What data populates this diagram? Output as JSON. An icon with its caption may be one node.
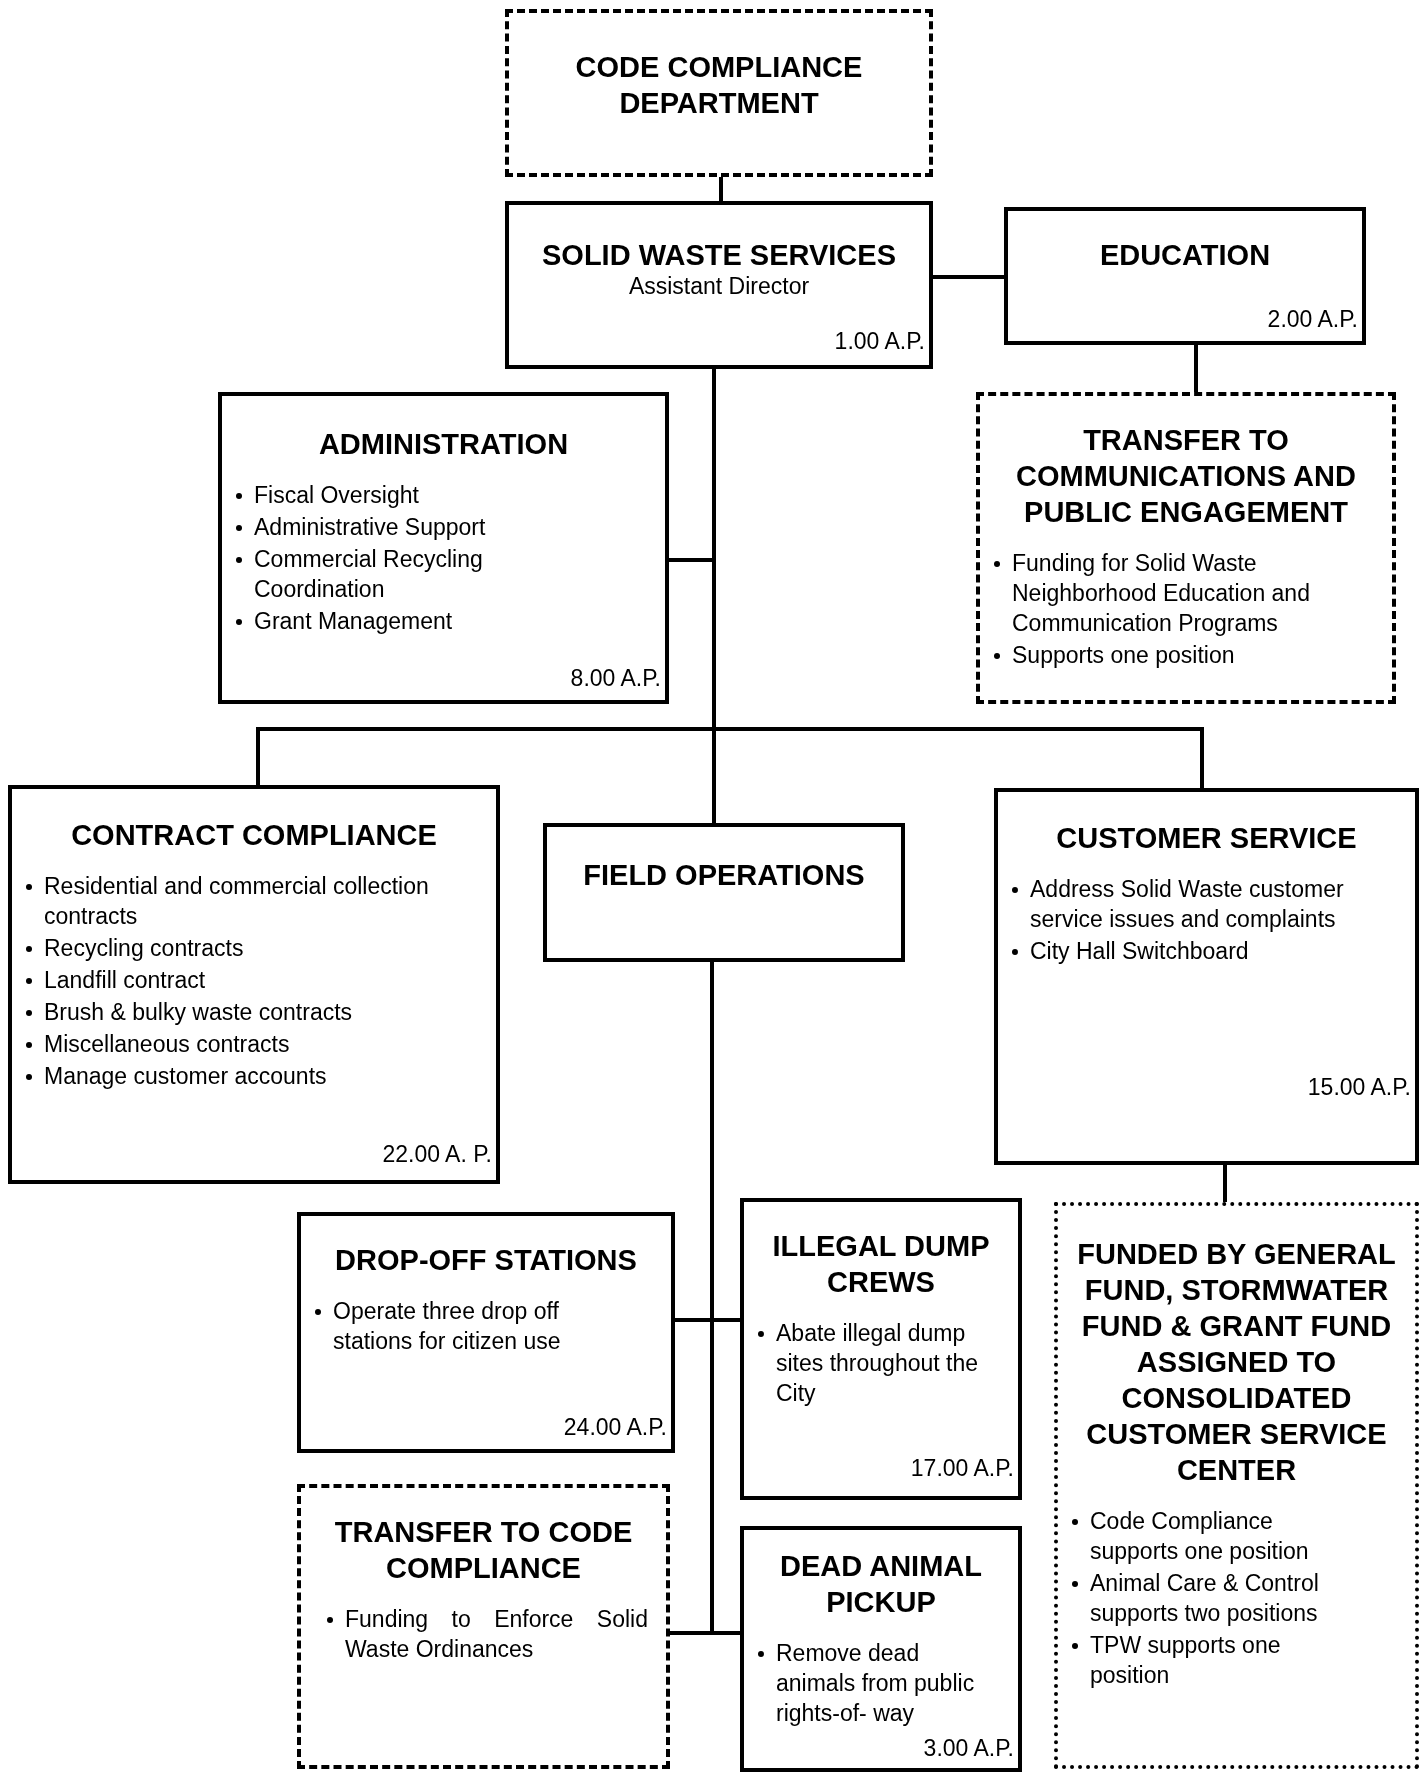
{
  "diagram": {
    "nodes": [
      {
        "text": [
          "CODE COMPLIANCE DEPARTMENT"
        ]
      },
      {
        "text": [
          "SOLID WASTE SERVICES",
          "Assistant Director",
          "1.00 A.P."
        ]
      },
      {
        "text": [
          "EDUCATION",
          "2.00 A.P."
        ]
      },
      {
        "text": [
          "TRANSFER TO COMMUNICATIONS AND PUBLIC ENGAGEMENT",
          "Funding for Solid Waste Neighborhood Education and Communication Programs",
          "Supports one position"
        ]
      },
      {
        "text": [
          "ADMINISTRATION",
          "Fiscal Oversight",
          "Administrative Support",
          "Commercial Recycling Coordination",
          "Grant Management",
          "8.00 A.P."
        ]
      },
      {
        "text": [
          "CONTRACT COMPLIANCE",
          "Residential and commercial collection contracts",
          "Recycling contracts",
          "Landfill contract",
          "Brush & bulky waste contracts",
          "Miscellaneous contracts",
          "Manage customer accounts",
          "22.00 A. P."
        ]
      },
      {
        "text": [
          "FIELD OPERATIONS"
        ]
      },
      {
        "text": [
          "CUSTOMER SERVICE",
          "Address Solid Waste customer service issues and complaints",
          "City Hall Switchboard",
          "15.00 A.P."
        ]
      },
      {
        "text": [
          "FUNDED BY GENERAL FUND, STORMWATER FUND & GRANT FUND ASSIGNED TO CONSOLIDATED CUSTOMER SERVICE CENTER",
          "Code Compliance supports one position",
          "Animal Care & Control supports two positions",
          "TPW supports one position"
        ]
      },
      {
        "text": [
          "DROP-OFF STATIONS",
          "Operate three drop off stations for citizen use",
          "24.00 A.P."
        ]
      },
      {
        "text": [
          "ILLEGAL DUMP CREWS",
          "Abate illegal dump sites throughout the City",
          "17.00 A.P."
        ]
      },
      {
        "text": [
          "TRANSFER TO CODE COMPLIANCE",
          "Funding to Enforce Solid Waste Ordinances"
        ]
      },
      {
        "text": [
          "DEAD ANIMAL PICKUP",
          "Remove dead animals from public rights-of- way",
          "3.00 A.P."
        ]
      }
    ],
    "edges": [
      {
        "from": 0,
        "to": 1,
        "arrow": "none"
      },
      {
        "from": 1,
        "to": 2,
        "arrow": "none"
      },
      {
        "from": 2,
        "to": 3,
        "arrow": "none"
      },
      {
        "from": 1,
        "to": 4,
        "arrow": "none"
      },
      {
        "from": 1,
        "to": 5,
        "arrow": "none"
      },
      {
        "from": 1,
        "to": 6,
        "arrow": "none"
      },
      {
        "from": 1,
        "to": 7,
        "arrow": "none"
      },
      {
        "from": 7,
        "to": 8,
        "arrow": "none"
      },
      {
        "from": 6,
        "to": 9,
        "arrow": "none"
      },
      {
        "from": 6,
        "to": 10,
        "arrow": "none"
      },
      {
        "from": 6,
        "to": 11,
        "arrow": "none"
      },
      {
        "from": 6,
        "to": 12,
        "arrow": "none"
      }
    ]
  }
}
